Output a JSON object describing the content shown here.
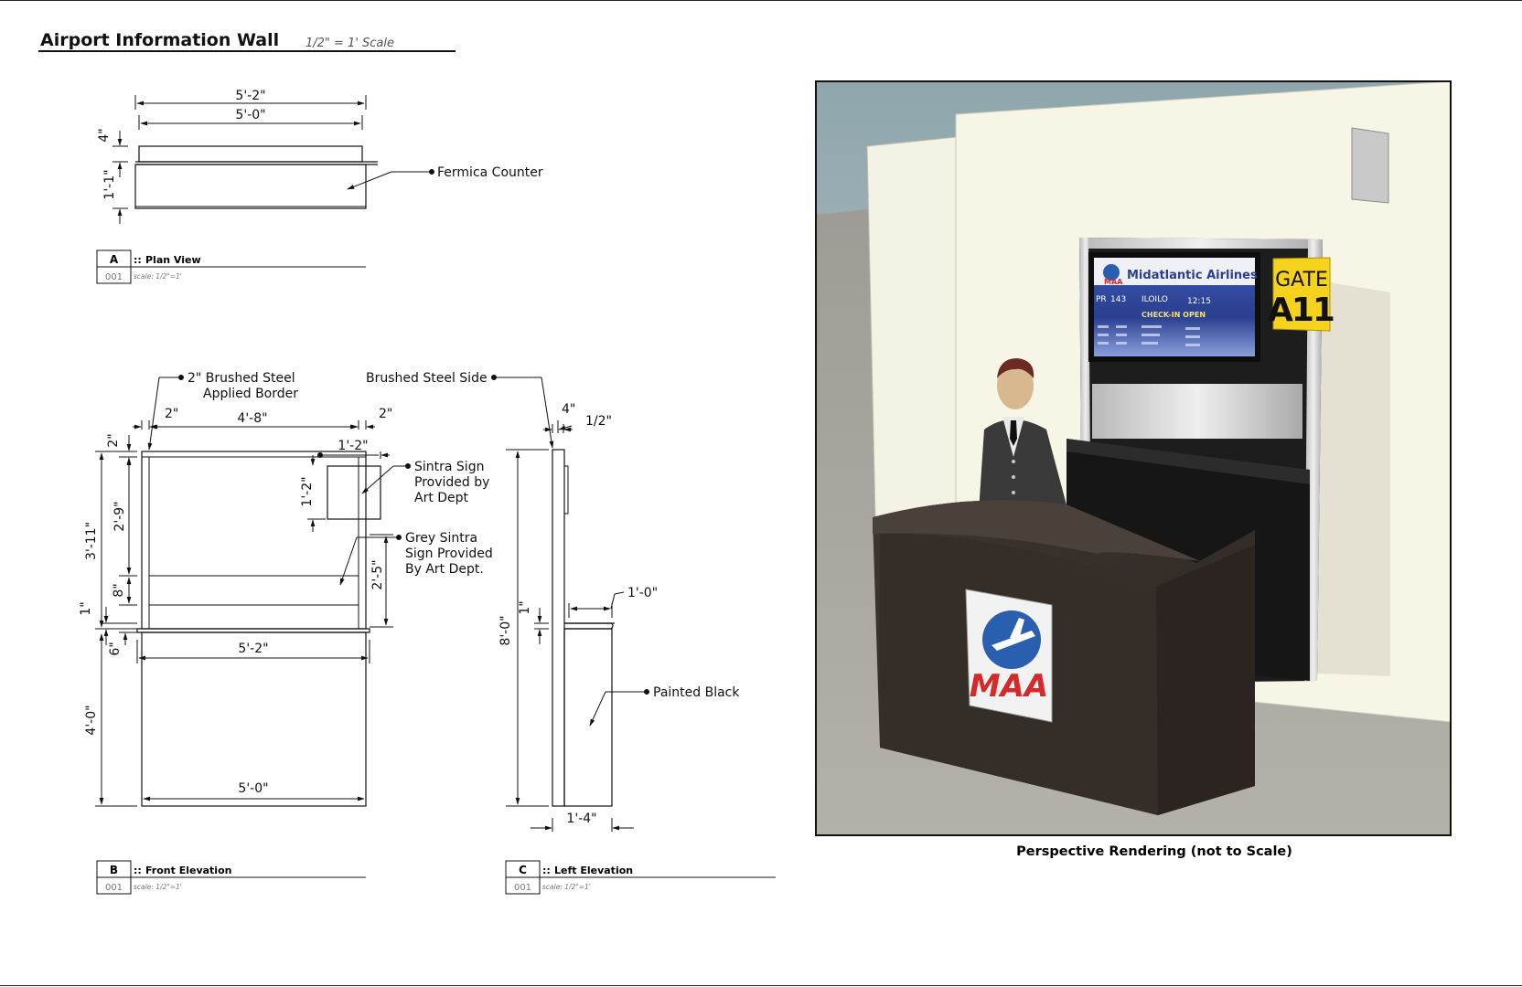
{
  "sheet": {
    "title": "Airport Information Wall",
    "scale": "1/2\" = 1' Scale"
  },
  "views": {
    "plan": {
      "letter": "A",
      "name": "Plan View",
      "number": "001",
      "scale": "scale: 1/2\"=1'",
      "dims": {
        "overall_width": "5'-2\"",
        "inner_width": "5'-0\"",
        "depth_top": "4\"",
        "depth_counter": "1'-1\""
      },
      "callout": "Fermica Counter"
    },
    "front": {
      "letter": "B",
      "name": "Front Elevation",
      "number": "001",
      "scale": "scale: 1/2\"=1'",
      "dims": {
        "border_left": "2\"",
        "border_right": "2\"",
        "inner_span": "4'-8\"",
        "sign_width": "1'-2\"",
        "sign_height": "1'-2\"",
        "top_gap": "2\"",
        "screen_height": "2'-9\"",
        "upper_height": "3'-11\"",
        "shelf_gap": "8\"",
        "counter_thickness": "1\"",
        "counter_overhang": "6\"",
        "grey_sign_height": "2'-5\"",
        "counter_width": "5'-2\"",
        "base_height": "4'-0\"",
        "base_width": "5'-0\""
      },
      "callouts": {
        "border_line1": "2\" Brushed Steel",
        "border_line2": "Applied Border",
        "sintra_line1": "Sintra Sign",
        "sintra_line2": "Provided by",
        "sintra_line3": "Art Dept",
        "grey_line1": "Grey Sintra",
        "grey_line2": "Sign Provided",
        "grey_line3": "By Art Dept."
      }
    },
    "left": {
      "letter": "C",
      "name": "Left Elevation",
      "number": "001",
      "scale": "scale: 1/2\"=1'",
      "dims": {
        "side_depth": "4\"",
        "side_thickness": "1/2\"",
        "overall_height": "8'-0\"",
        "counter_thickness": "1\"",
        "counter_depth": "1'-0\"",
        "base_depth": "1'-4\""
      },
      "callouts": {
        "steel_side": "Brushed Steel Side",
        "painted": "Painted Black"
      }
    }
  },
  "rendering": {
    "caption": "Perspective Rendering (not to Scale)",
    "screen_airline": "Midatlantic Airlines",
    "screen_flight": "143",
    "screen_prefix": "PR",
    "screen_city": "ILOILO",
    "screen_time": "12:15",
    "screen_status": "CHECK-IN OPEN",
    "gate_word": "GATE",
    "gate_number": "A11",
    "logo_text": "MAA"
  },
  "colors": {
    "screen_blue": "#2a3f8f",
    "gate_yellow": "#f5d21b",
    "desk_brown": "#3a322c",
    "logo_red": "#d42a2a",
    "logo_blue": "#2a5fb0"
  }
}
